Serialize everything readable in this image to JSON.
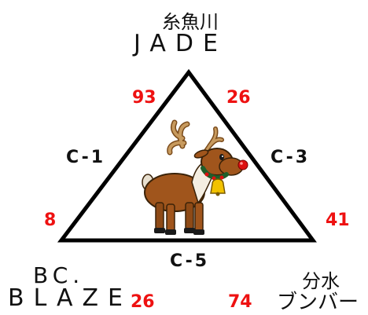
{
  "colors": {
    "score": "#ee1111",
    "text": "#111111",
    "line": "#000000",
    "reindeer_body": "#a0551c",
    "reindeer_antler": "#c79a5e",
    "reindeer_nose": "#dd1111",
    "bell": "#f2c200"
  },
  "teams": {
    "top": {
      "jp": "糸魚川",
      "en": "JADE"
    },
    "left": {
      "jp": "BC.",
      "en": "BLAZE"
    },
    "right": {
      "jp": "分水",
      "en": "ブンバー"
    }
  },
  "matches": {
    "c1": {
      "label": "C-1",
      "left_score": "93",
      "right_score": "8"
    },
    "c3": {
      "label": "C-3",
      "left_score": "26",
      "right_score": "41"
    },
    "c5": {
      "label": "C-5",
      "left_score": "26",
      "right_score": "74"
    }
  },
  "illustration": {
    "icon": "reindeer-icon"
  }
}
